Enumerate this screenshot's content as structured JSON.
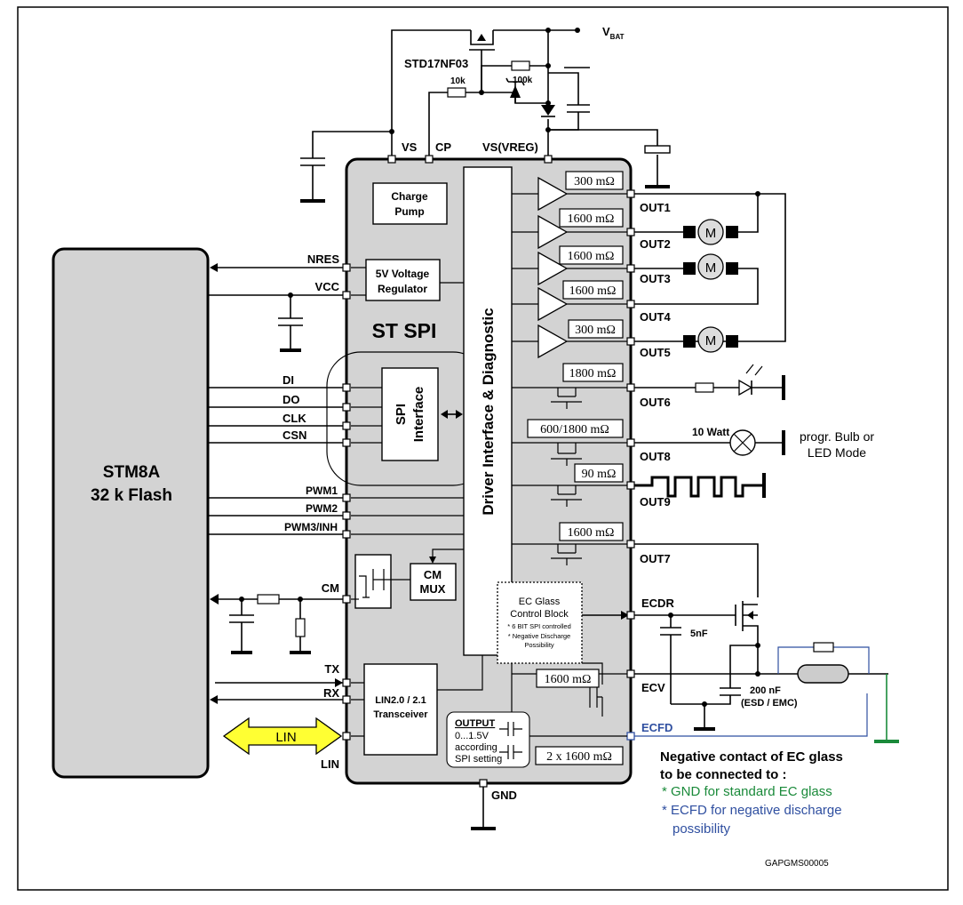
{
  "supply": {
    "vbat": "V",
    "vbat_sub": "BAT",
    "mosfet": "STD17NF03",
    "r1": "10k",
    "r2": "100k"
  },
  "pins_top": {
    "vs": "VS",
    "cp": "CP",
    "vsreg": "VS(VREG)"
  },
  "blocks": {
    "charge_pump": [
      "Charge",
      "Pump"
    ],
    "regulator": [
      "5V Voltage",
      "Regulator"
    ],
    "st_spi": "ST SPI",
    "spi_interface": [
      "SPI",
      "Interface"
    ],
    "driver": "Driver Interface & Diagnostic",
    "cm_mux": [
      "CM",
      "MUX"
    ],
    "lin_transceiver": [
      "LIN2.0 / 2.1",
      "Transceiver"
    ],
    "ec_glass": [
      "EC Glass",
      "Control Block",
      "* 6 BIT SPI controlled",
      "* Negative Discharge",
      "Possibility"
    ],
    "output": [
      "OUTPUT",
      "0...1.5V",
      "according",
      "SPI setting"
    ]
  },
  "mcu": [
    "STM8A",
    "32 k Flash"
  ],
  "left_pins": {
    "nres": "NRES",
    "vcc": "VCC",
    "di": "DI",
    "do": "DO",
    "clk": "CLK",
    "csn": "CSN",
    "pwm1": "PWM1",
    "pwm2": "PWM2",
    "pwm3": "PWM3/INH",
    "cm": "CM",
    "tx": "TX",
    "rx": "RX",
    "lin": "LIN"
  },
  "lin_bus": "LIN",
  "resistances": [
    "300 mΩ",
    "1600 mΩ",
    "1600 mΩ",
    "1600 mΩ",
    "300 mΩ",
    "1800 mΩ",
    "600/1800 mΩ",
    "90 mΩ",
    "1600 mΩ",
    "1600 mΩ",
    "2 x 1600 mΩ"
  ],
  "outputs": [
    "OUT1",
    "OUT2",
    "OUT3",
    "OUT4",
    "OUT5",
    "OUT6",
    "OUT8",
    "OUT9",
    "OUT7",
    "ECDR",
    "ECV",
    "ECFD",
    "GND"
  ],
  "loads": {
    "motor": "M",
    "lamp_power": "10 Watt",
    "lamp_mode": [
      "progr. Bulb or",
      "LED Mode"
    ],
    "cap_5nf": "5nF",
    "cap_200nf": [
      "200 nF",
      "(ESD / EMC)"
    ]
  },
  "note": {
    "title": [
      "Negative contact of EC glass",
      "to be  connected to :"
    ],
    "item1": "* GND for standard EC glass",
    "item2": [
      "* ECFD for negative discharge",
      "possibility"
    ]
  },
  "figure_id": "GAPGMS00005",
  "colors": {
    "chip": "#d3d3d3",
    "mcu": "#d3d3d3",
    "lin_arrow": "#ffff33",
    "green": "#1a8a3a",
    "blue": "#2f4fa0"
  }
}
